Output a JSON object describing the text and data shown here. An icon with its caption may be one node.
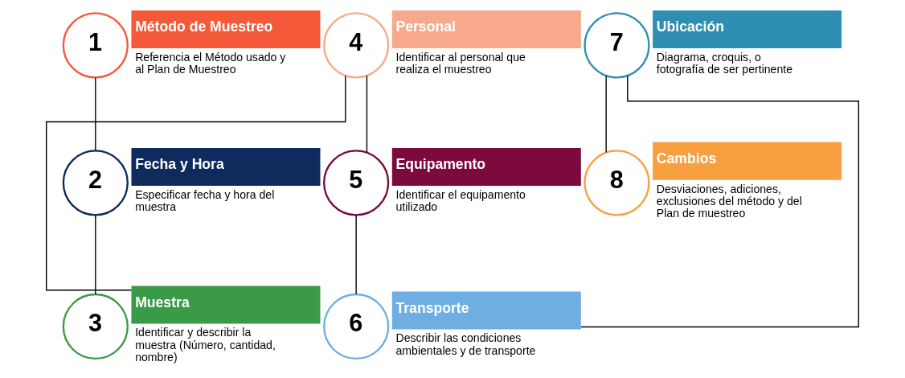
{
  "diagram": {
    "nodes": [
      {
        "text": [
          "1"
        ]
      },
      {
        "text": [
          "Método de Muestreo"
        ],
        "beside": [
          "Referencia el Método usado y al Plan de Muestreo"
        ]
      },
      {
        "text": [
          "2"
        ]
      },
      {
        "text": [
          "Fecha y Hora"
        ],
        "beside": [
          "Especificar fecha y hora del muestra"
        ]
      },
      {
        "text": [
          "3"
        ]
      },
      {
        "text": [
          "Muestra"
        ],
        "beside": [
          "Identificar y describir la muestra (Número, cantidad, nombre)"
        ]
      },
      {
        "text": [
          "4"
        ]
      },
      {
        "text": [
          "Personal"
        ],
        "beside": [
          "Identificar al personal que realiza el muestreo"
        ]
      },
      {
        "text": [
          "5"
        ]
      },
      {
        "text": [
          "Equipamento"
        ],
        "beside": [
          "Identificar el equipamento utilizado"
        ]
      },
      {
        "text": [
          "6"
        ]
      },
      {
        "text": [
          "Transporte"
        ],
        "beside": [
          "Describir las condiciones ambientales y de transporte"
        ]
      },
      {
        "text": [
          "7"
        ]
      },
      {
        "text": [
          "Ubicación"
        ],
        "beside": [
          "Diagrama, croquis, o fotografía de ser pertinente"
        ]
      },
      {
        "text": [
          "8"
        ]
      },
      {
        "text": [
          "Cambios"
        ],
        "beside": [
          "Desviaciones, adiciones, exclusiones del método y del Plan de muestreo"
        ]
      }
    ],
    "edges": [
      {
        "from": 0,
        "to": 2,
        "arrow": "none"
      },
      {
        "from": 2,
        "to": 4,
        "arrow": "none"
      },
      {
        "from": 5,
        "to": 6,
        "arrow": "none"
      },
      {
        "from": 6,
        "to": 8,
        "arrow": "none"
      },
      {
        "from": 8,
        "to": 10,
        "arrow": "none"
      },
      {
        "from": 11,
        "to": 12,
        "arrow": "none"
      },
      {
        "from": 12,
        "to": 14,
        "arrow": "none"
      }
    ]
  }
}
